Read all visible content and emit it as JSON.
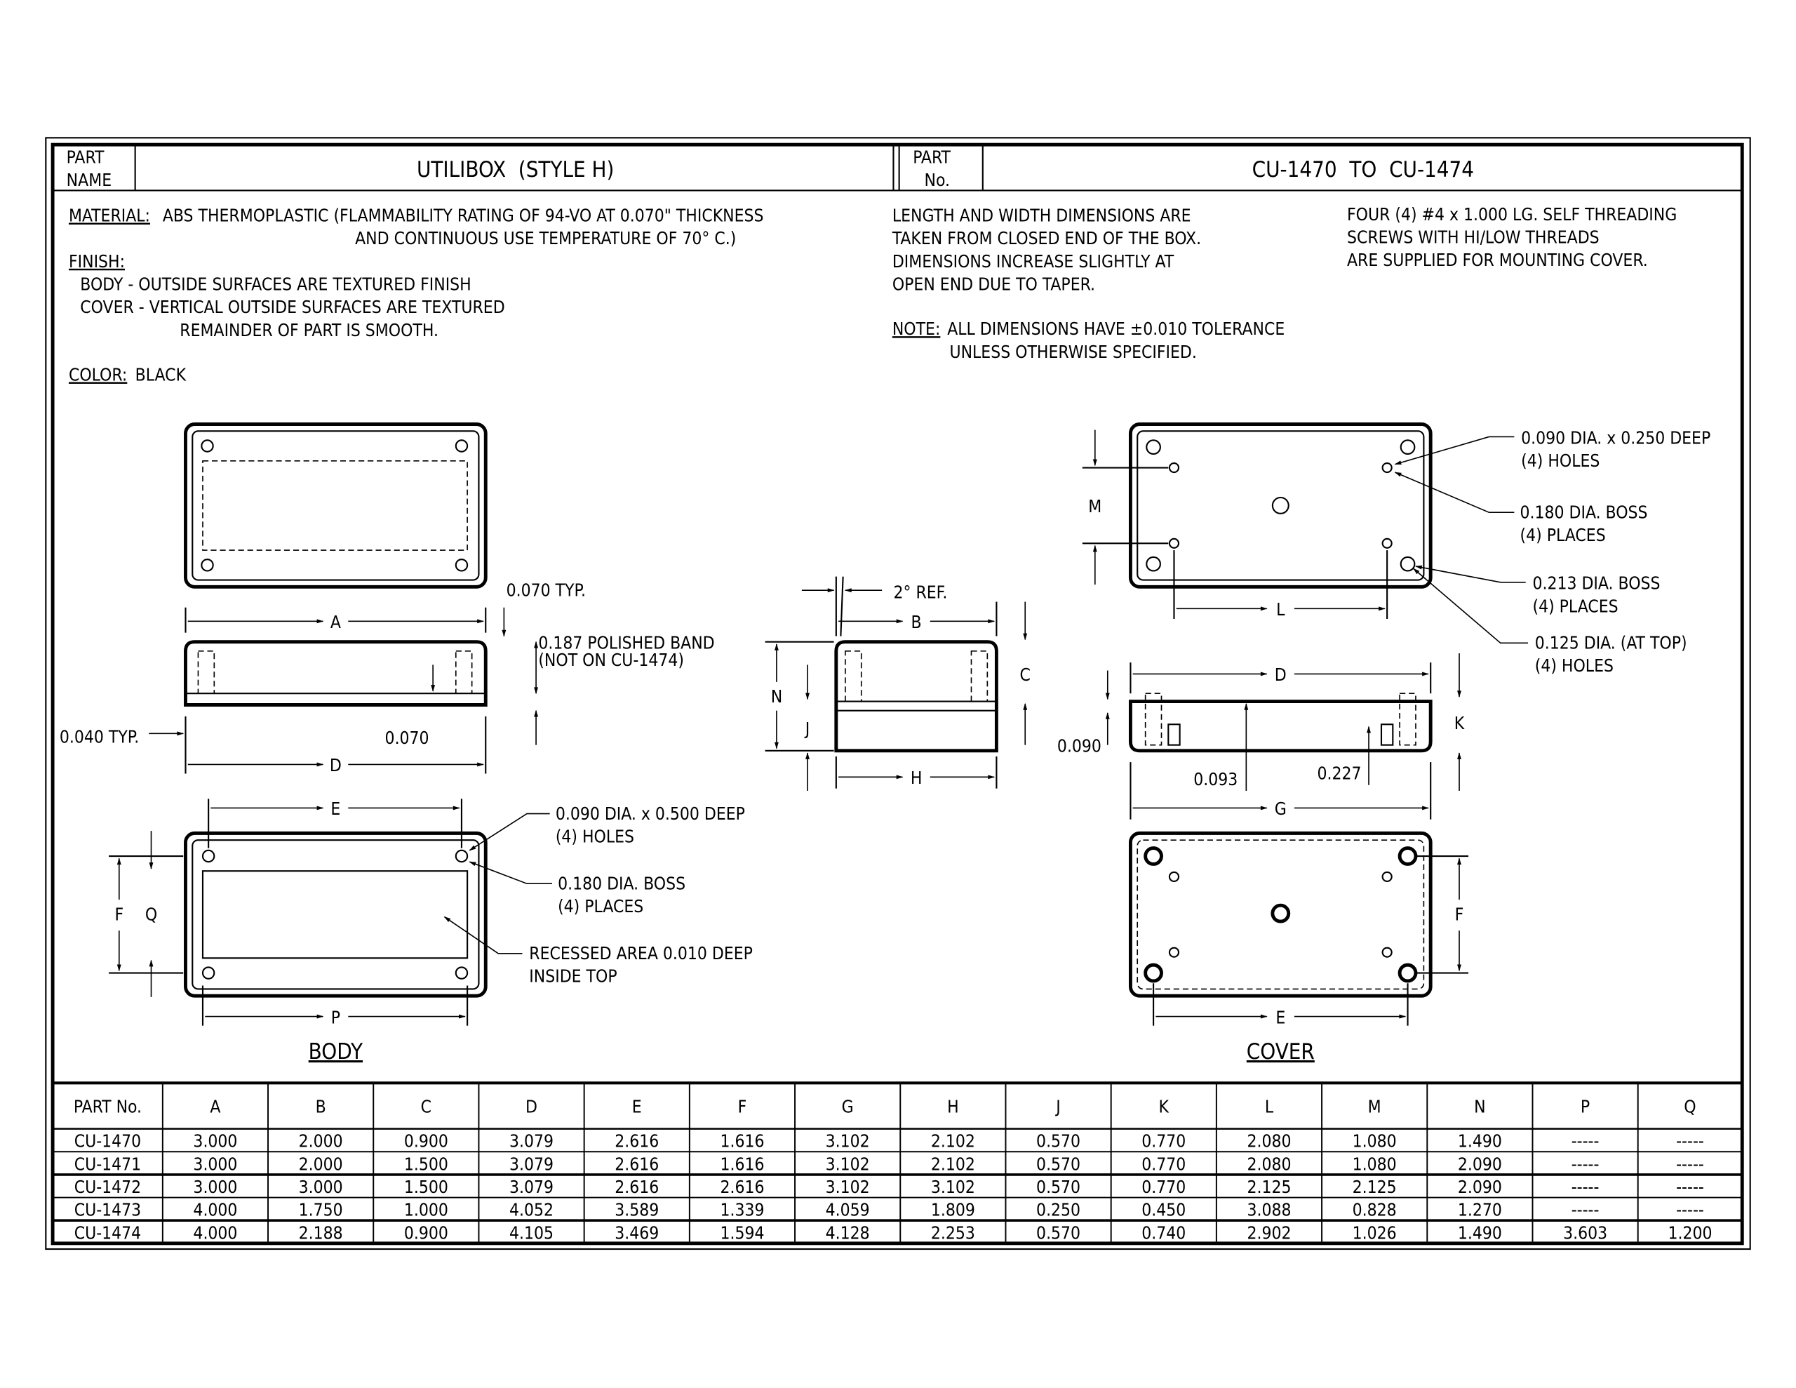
{
  "title_block": {
    "part_name_label": [
      "PART",
      "NAME"
    ],
    "part_name": "UTILIBOX  (STYLE H)",
    "part_no_label": [
      "PART",
      "No."
    ],
    "part_no": "CU-1470  TO  CU-1474"
  },
  "notes_left": {
    "material_label": "MATERIAL:",
    "material_line1": "ABS THERMOPLASTIC (FLAMMABILITY RATING OF 94-VO AT 0.070\" THICKNESS",
    "material_line2": "AND CONTINUOUS USE TEMPERATURE OF 70° C.)",
    "finish_label": "FINISH:",
    "finish_body": "BODY - OUTSIDE SURFACES ARE TEXTURED FINISH",
    "finish_cover1": "COVER - VERTICAL OUTSIDE SURFACES ARE TEXTURED",
    "finish_cover2": "REMAINDER OF PART IS SMOOTH.",
    "color_label": "COLOR:",
    "color_value": "BLACK"
  },
  "notes_middle": {
    "lines": [
      "LENGTH AND WIDTH DIMENSIONS ARE",
      "TAKEN FROM CLOSED END OF THE BOX.",
      "DIMENSIONS INCREASE SLIGHTLY AT",
      "OPEN END DUE TO TAPER."
    ],
    "note_label": "NOTE:",
    "note_line1": "ALL DIMENSIONS HAVE ±0.010 TOLERANCE",
    "note_line2": "UNLESS OTHERWISE SPECIFIED."
  },
  "notes_right": {
    "lines": [
      "FOUR (4) #4 x 1.000 LG. SELF THREADING",
      "SCREWS WITH HI/LOW THREADS",
      "ARE SUPPLIED FOR MOUNTING COVER."
    ]
  },
  "callouts": {
    "typ_070": "0.070 TYP.",
    "polished_band1": "0.187 POLISHED BAND",
    "polished_band2": "(NOT ON CU-1474)",
    "typ_040": "0.040 TYP.",
    "d_070": "0.070",
    "ref_2deg": "2° REF.",
    "body_holes1": "0.090 DIA. x 0.500 DEEP",
    "body_holes2": "(4) HOLES",
    "body_boss1": "0.180 DIA. BOSS",
    "body_boss2": "(4) PLACES",
    "recess1": "RECESSED AREA 0.010 DEEP",
    "recess2": "INSIDE TOP",
    "cover_holes1": "0.090 DIA. x 0.250 DEEP",
    "cover_holes2": "(4) HOLES",
    "cover_boss180_1": "0.180 DIA. BOSS",
    "cover_boss180_2": "(4) PLACES",
    "cover_boss213_1": "0.213 DIA. BOSS",
    "cover_boss213_2": "(4) PLACES",
    "cover_top_holes1": "0.125 DIA. (AT TOP)",
    "cover_top_holes2": "(4) HOLES",
    "d_090": "0.090",
    "d_093": "0.093",
    "d_227": "0.227"
  },
  "dim_letters": {
    "A": "A",
    "B": "B",
    "C": "C",
    "D": "D",
    "E": "E",
    "F": "F",
    "G": "G",
    "H": "H",
    "J": "J",
    "K": "K",
    "L": "L",
    "M": "M",
    "N": "N",
    "P": "P",
    "Q": "Q"
  },
  "view_labels": {
    "body": "BODY",
    "cover": "COVER"
  },
  "table": {
    "headers": [
      "PART No.",
      "A",
      "B",
      "C",
      "D",
      "E",
      "F",
      "G",
      "H",
      "J",
      "K",
      "L",
      "M",
      "N",
      "P",
      "Q"
    ],
    "rows": [
      [
        "CU-1470",
        "3.000",
        "2.000",
        "0.900",
        "3.079",
        "2.616",
        "1.616",
        "3.102",
        "2.102",
        "0.570",
        "0.770",
        "2.080",
        "1.080",
        "1.490",
        "-----",
        "-----"
      ],
      [
        "CU-1471",
        "3.000",
        "2.000",
        "1.500",
        "3.079",
        "2.616",
        "1.616",
        "3.102",
        "2.102",
        "0.570",
        "0.770",
        "2.080",
        "1.080",
        "2.090",
        "-----",
        "-----"
      ],
      [
        "CU-1472",
        "3.000",
        "3.000",
        "1.500",
        "3.079",
        "2.616",
        "2.616",
        "3.102",
        "3.102",
        "0.570",
        "0.770",
        "2.125",
        "2.125",
        "2.090",
        "-----",
        "-----"
      ],
      [
        "CU-1473",
        "4.000",
        "1.750",
        "1.000",
        "4.052",
        "3.589",
        "1.339",
        "4.059",
        "1.809",
        "0.250",
        "0.450",
        "3.088",
        "0.828",
        "1.270",
        "-----",
        "-----"
      ],
      [
        "CU-1474",
        "4.000",
        "2.188",
        "0.900",
        "4.105",
        "3.469",
        "1.594",
        "4.128",
        "2.253",
        "0.570",
        "0.740",
        "2.902",
        "1.026",
        "1.490",
        "3.603",
        "1.200"
      ]
    ]
  }
}
